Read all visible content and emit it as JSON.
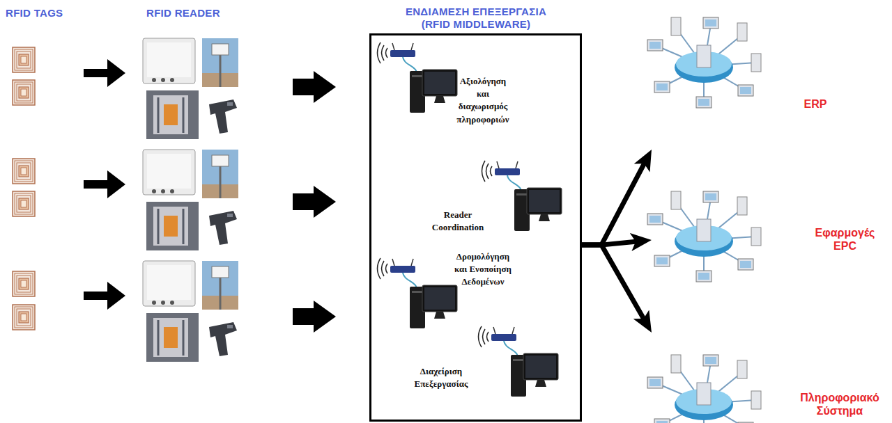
{
  "diagram": {
    "nodes": [
      {
        "text": [
          "ΕΝΔΙΑΜΕΣΗ ΕΠΕΞΕΡΓΑΣΙΑ (RFID MIDDLEWARE)",
          "Αξιολόγηση και διαχωρισμός πληροφοριών",
          "Reader Coordination",
          "Δρομολόγηση και Ενοποίηση Δεδομένων",
          "Διαχείριση Επεξεργασίας"
        ]
      },
      {
        "text": [
          "ERP"
        ]
      },
      {
        "text": [
          "Εφαρμογές EPC"
        ]
      },
      {
        "text": [
          "Πληροφοριακό Σύστημα"
        ]
      }
    ],
    "edges": [
      {
        "from": 0,
        "to": 1,
        "arrow": "to"
      },
      {
        "from": 0,
        "to": 2,
        "arrow": "to"
      },
      {
        "from": 0,
        "to": 3,
        "arrow": "to"
      }
    ],
    "labels": [
      "RFID TAGS",
      "RFID READER"
    ]
  }
}
